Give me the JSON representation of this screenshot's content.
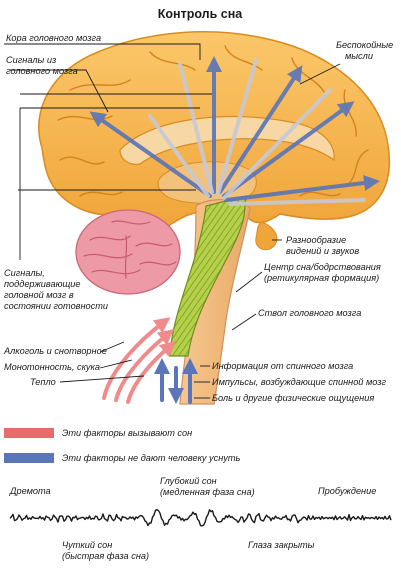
{
  "title": "Контроль сна",
  "labels": {
    "cortex": "Кора головного мозга",
    "signals_from_brain": [
      "Сигналы из",
      "головного мозга"
    ],
    "restless_thoughts": [
      "Беспокойные",
      "мысли"
    ],
    "variety": [
      "Разнообразие",
      "видений и звуков"
    ],
    "sleep_center": [
      "Центр сна/бодрствования",
      "(ретикулярная формация)"
    ],
    "brainstem": "Ствол головного мозга",
    "keep_ready": [
      "Сигналы,",
      "поддерживающие",
      "головной мозг в",
      "состоянии готовности"
    ],
    "alcohol": "Алкоголь и снотворное",
    "monotony": "Монотонность, скука",
    "warmth": "Тепло",
    "spinal_info": "Информация от спинного мозга",
    "impulses": "Импульсы, возбуждающие спинной мозг",
    "pain": "Боль и другие физические ощущения"
  },
  "legend": {
    "sleep_inducing": "Эти факторы вызывают сон",
    "sleep_preventing": "Эти факторы не дают человеку уснуть"
  },
  "eeg": {
    "drowsy": "Дремота",
    "deep_sleep": [
      "Глубокий сон",
      "(медленная фаза сна)"
    ],
    "awakening": "Пробуждение",
    "light_sleep": [
      "Чуткий сон",
      "(быстрая фаза сна)"
    ],
    "eyes_closed": "Глаза закрыты"
  },
  "colors": {
    "brain": "#f4b24a",
    "brain_dark": "#d98c1e",
    "cerebellum": "#e88a98",
    "center": "#a9c73c",
    "sleep_arrow": "#e86a6a",
    "wake_arrow": "#5b76b8"
  }
}
